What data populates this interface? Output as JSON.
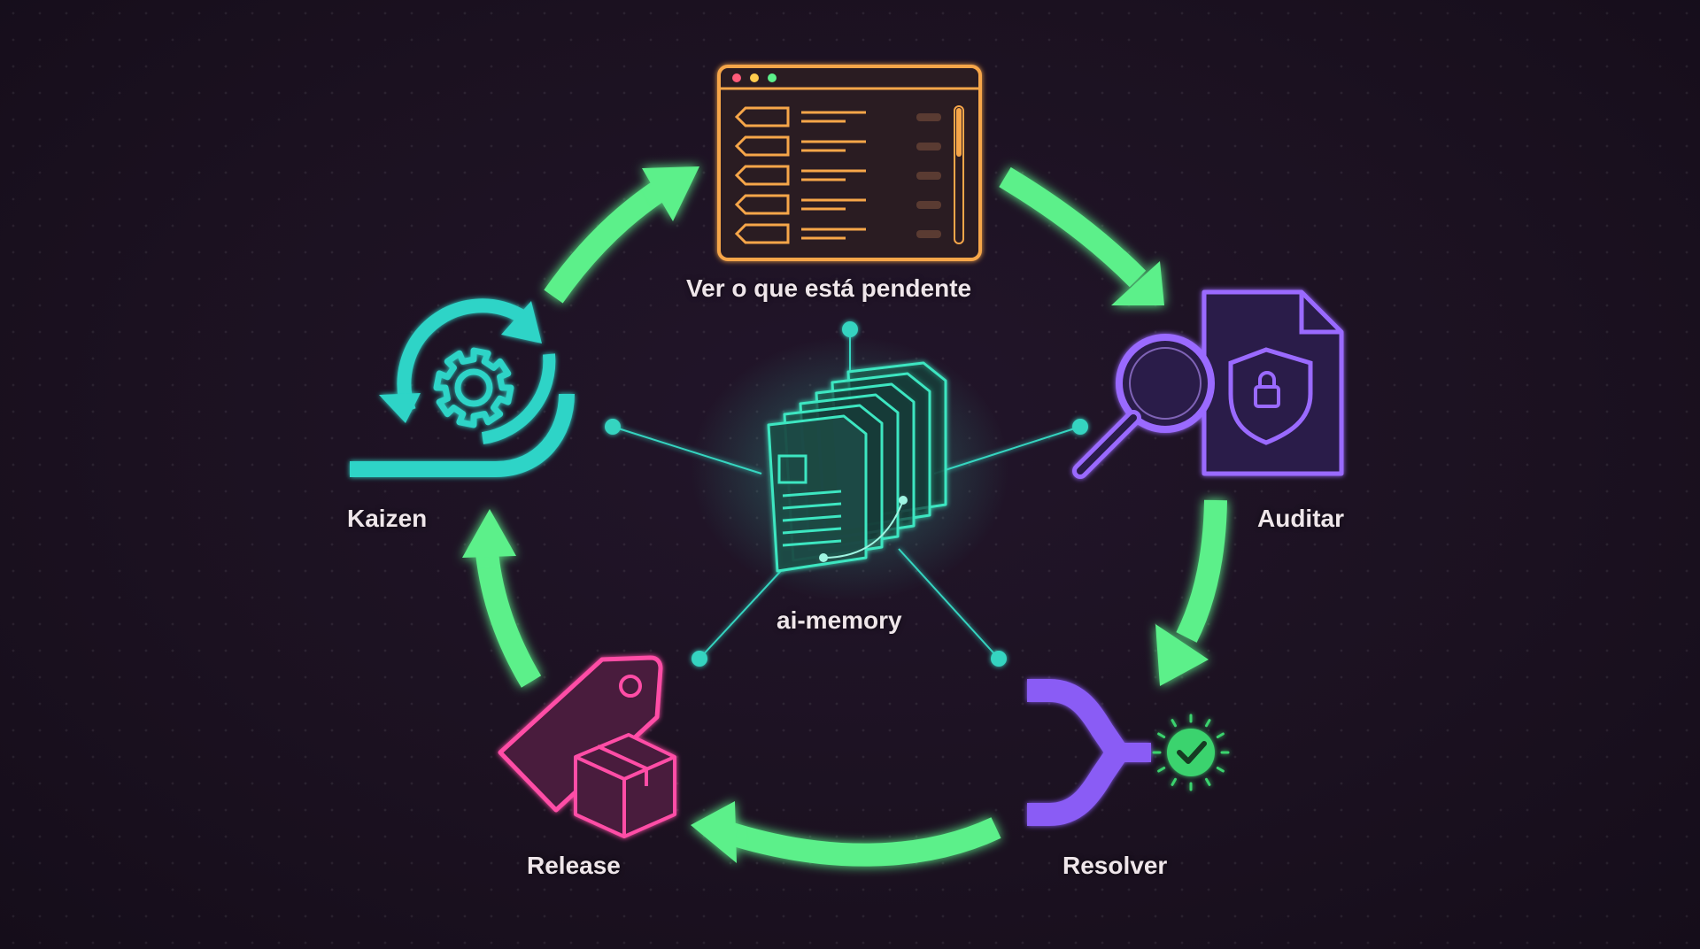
{
  "nodes": {
    "top": {
      "label": "Ver o que está pendente",
      "icon": "task-list-window-icon",
      "color": "#f6a64a"
    },
    "right": {
      "label": "Auditar",
      "icon": "audit-document-magnifier-icon",
      "color": "#9a6bff"
    },
    "br": {
      "label": "Resolver",
      "icon": "merge-check-icon",
      "color": "#8a5cf5"
    },
    "bl": {
      "label": "Release",
      "icon": "tag-package-icon",
      "color": "#ff4da6"
    },
    "left": {
      "label": "Kaizen",
      "icon": "gear-cycle-icon",
      "color": "#2dd4c7"
    },
    "center": {
      "label": "ai-memory",
      "icon": "stacked-documents-icon",
      "color": "#3ee6c1"
    }
  },
  "colors": {
    "arrow": "#5cf08a",
    "connector": "#35d4c0",
    "background": "#1b1120",
    "check": "#3ad36e"
  }
}
